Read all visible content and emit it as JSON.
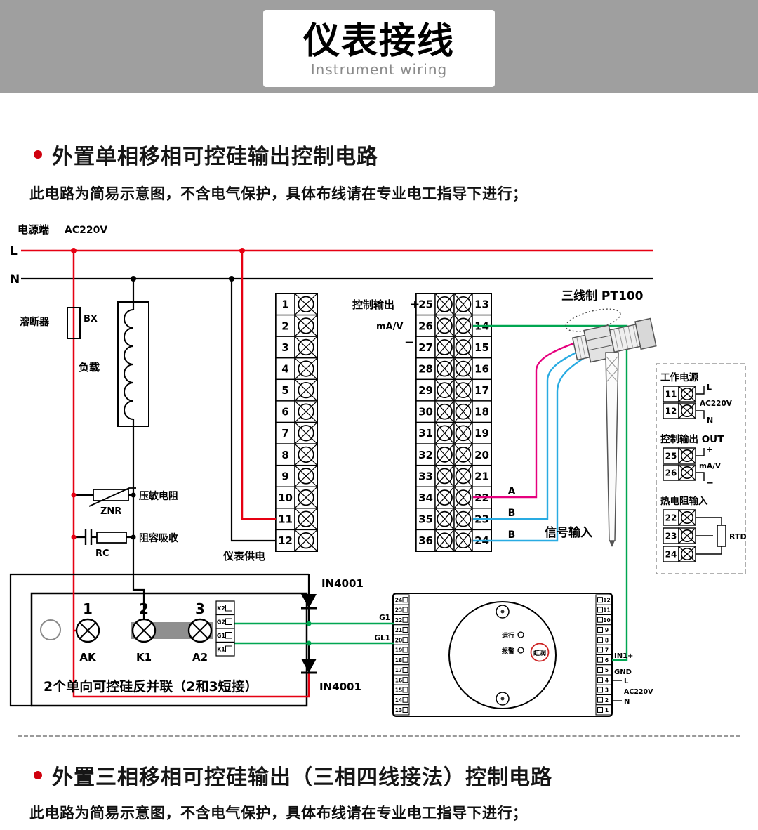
{
  "header": {
    "title": "仪表接线",
    "subtitle": "Instrument wiring"
  },
  "section1": {
    "title": "外置单相移相可控硅输出控制电路",
    "note": "此电路为简易示意图，不含电气保护，具体布线请在专业电工指导下进行；"
  },
  "section2": {
    "title": "外置三相移相可控硅输出（三相四线接法）控制电路",
    "note": "此电路为简易示意图，不含电气保护，具体布线请在专业电工指导下进行；"
  },
  "diagram": {
    "power": {
      "side_label": "电源端",
      "voltage": "AC220V",
      "l": "L",
      "n": "N"
    },
    "components": {
      "fuse_label": "溶断器",
      "fuse_code": "BX",
      "load_label": "负载",
      "varistor_label": "压敏电阻",
      "varistor_code": "ZNR",
      "rc_label": "阻容吸收",
      "rc_code": "RC"
    },
    "terminal_block": {
      "left_numbers": [
        "1",
        "2",
        "3",
        "4",
        "5",
        "6",
        "7",
        "8",
        "9",
        "10",
        "11",
        "12"
      ],
      "mid_numbers": [
        "25",
        "26",
        "27",
        "28",
        "29",
        "30",
        "31",
        "32",
        "33",
        "34",
        "35",
        "36"
      ],
      "right_numbers": [
        "13",
        "14",
        "15",
        "16",
        "17",
        "18",
        "19",
        "20",
        "21",
        "22",
        "23",
        "24"
      ],
      "control_output_label": "控制输出",
      "plus": "+",
      "mav": "mA/V",
      "minus": "−",
      "a_label": "A",
      "b1_label": "B",
      "b2_label": "B",
      "signal_input_label": "信号输入",
      "meter_power_label": "仪表供电"
    },
    "pt100": {
      "label": "三线制 PT100"
    },
    "right_panel": {
      "power_title": "工作电源",
      "power_terminals": [
        "11",
        "12"
      ],
      "power_l": "L",
      "power_ac": "AC220V",
      "power_n": "N",
      "out_title": "控制输出 OUT",
      "out_terminals": [
        "25",
        "26"
      ],
      "out_plus": "+",
      "out_mav": "mA/V",
      "out_minus": "−",
      "rtd_title": "热电阻输入",
      "rtd_terminals": [
        "22",
        "23",
        "24"
      ],
      "rtd_label": "RTD"
    },
    "scr_module": {
      "terminals": [
        "1",
        "2",
        "3"
      ],
      "labels": [
        "AK",
        "K1",
        "A2"
      ],
      "gate_labels": [
        "K2",
        "G2",
        "G1",
        "K1"
      ],
      "caption": "2个单向可控硅反并联（2和3短接）",
      "diode1": "IN4001",
      "diode2": "IN4001",
      "g1": "G1",
      "gl1": "GL1"
    },
    "trigger": {
      "left_numbers": [
        "24",
        "23",
        "22",
        "21",
        "20",
        "19",
        "18",
        "17",
        "16",
        "15",
        "14",
        "13"
      ],
      "right_numbers": [
        "12",
        "11",
        "10",
        "9",
        "8",
        "7",
        "6",
        "5",
        "4",
        "3",
        "2",
        "1"
      ],
      "run_label": "运行",
      "alarm_label": "报警",
      "brand": "虹润",
      "in1": "IN1+",
      "gnd": "GND",
      "l": "L",
      "ac": "AC220V",
      "n": "N"
    },
    "colors": {
      "wire_red": "#e60012",
      "wire_green": "#00a651",
      "wire_cyan": "#29abe2",
      "wire_magenta": "#e6007e"
    }
  }
}
